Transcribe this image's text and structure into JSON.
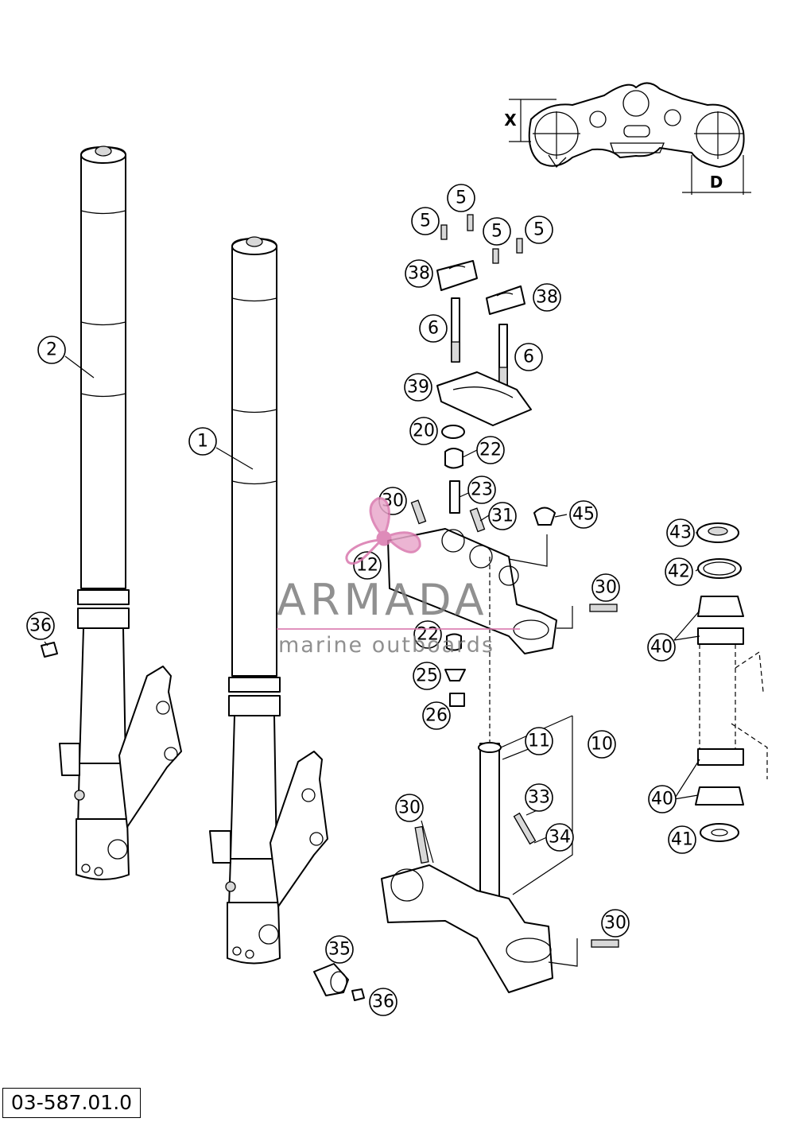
{
  "drawing_number": "03-587.01.0",
  "watermark": {
    "name": "ARMADA",
    "tagline": "marine outboards",
    "accent_color": "#d977ad",
    "text_color": "#7d7d7d"
  },
  "dimension_labels": {
    "height": "X",
    "width": "D"
  },
  "callouts": [
    {
      "id": "c1",
      "label": "1"
    },
    {
      "id": "c2",
      "label": "2"
    },
    {
      "id": "c5a",
      "label": "5"
    },
    {
      "id": "c5b",
      "label": "5"
    },
    {
      "id": "c5c",
      "label": "5"
    },
    {
      "id": "c5d",
      "label": "5"
    },
    {
      "id": "c6a",
      "label": "6"
    },
    {
      "id": "c6b",
      "label": "6"
    },
    {
      "id": "c10",
      "label": "10"
    },
    {
      "id": "c11",
      "label": "11"
    },
    {
      "id": "c12",
      "label": "12"
    },
    {
      "id": "c20",
      "label": "20"
    },
    {
      "id": "c22a",
      "label": "22"
    },
    {
      "id": "c22b",
      "label": "22"
    },
    {
      "id": "c23",
      "label": "23"
    },
    {
      "id": "c25",
      "label": "25"
    },
    {
      "id": "c26",
      "label": "26"
    },
    {
      "id": "c30a",
      "label": "30"
    },
    {
      "id": "c30b",
      "label": "30"
    },
    {
      "id": "c30c",
      "label": "30"
    },
    {
      "id": "c30d",
      "label": "30"
    },
    {
      "id": "c31",
      "label": "31"
    },
    {
      "id": "c33",
      "label": "33"
    },
    {
      "id": "c34",
      "label": "34"
    },
    {
      "id": "c35",
      "label": "35"
    },
    {
      "id": "c36a",
      "label": "36"
    },
    {
      "id": "c36b",
      "label": "36"
    },
    {
      "id": "c38a",
      "label": "38"
    },
    {
      "id": "c38b",
      "label": "38"
    },
    {
      "id": "c39",
      "label": "39"
    },
    {
      "id": "c40a",
      "label": "40"
    },
    {
      "id": "c40b",
      "label": "40"
    },
    {
      "id": "c41",
      "label": "41"
    },
    {
      "id": "c42",
      "label": "42"
    },
    {
      "id": "c43",
      "label": "43"
    },
    {
      "id": "c45",
      "label": "45"
    }
  ]
}
